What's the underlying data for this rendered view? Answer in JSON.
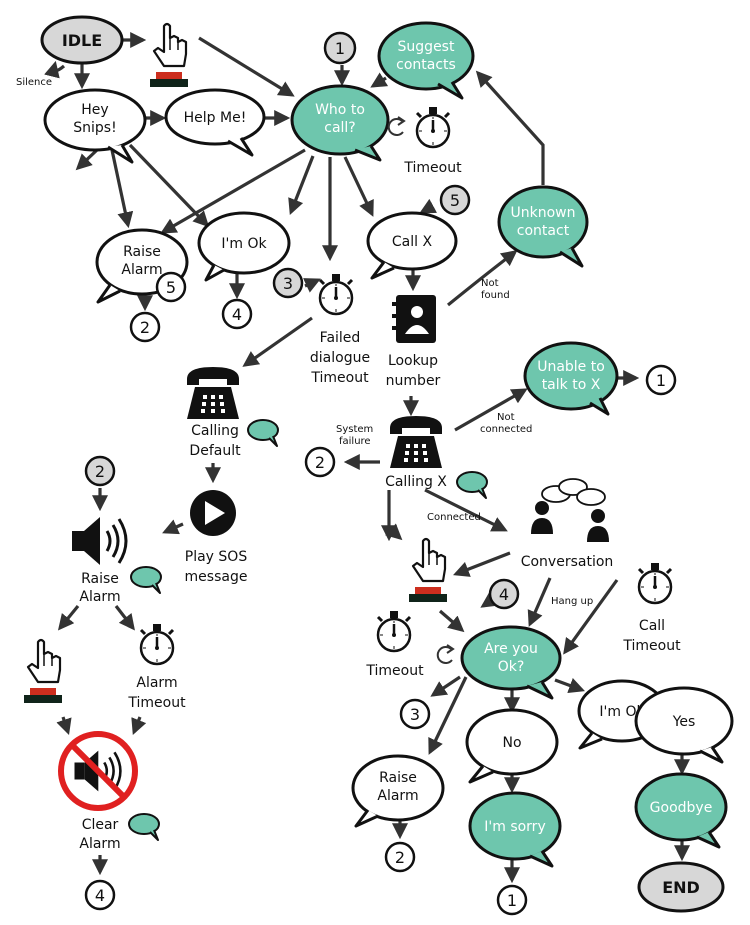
{
  "colors": {
    "teal": "#6ec6ad",
    "grey": "#d7d7d7",
    "dark": "#111111",
    "red": "#cc2e1e",
    "alarm_red": "#e02020"
  },
  "states": {
    "idle": "IDLE",
    "hey_snips_1": "Hey",
    "hey_snips_2": "Snips!",
    "help_me": "Help Me!",
    "who_to_call_1": "Who to",
    "who_to_call_2": "call?",
    "suggest_contacts_1": "Suggest",
    "suggest_contacts_2": "contacts",
    "timeout_top": "Timeout",
    "raise_alarm_a_1": "Raise",
    "raise_alarm_a_2": "Alarm",
    "im_ok_a": "I'm Ok",
    "call_x": "Call X",
    "unknown_contact_1": "Unknown",
    "unknown_contact_2": "contact",
    "failed_1": "Failed",
    "failed_2": "dialogue",
    "failed_3": "Timeout",
    "lookup_1": "Lookup",
    "lookup_2": "number",
    "unable_1": "Unable to",
    "unable_2": "talk to X",
    "calling_default_1": "Calling",
    "calling_default_2": "Default",
    "calling_x": "Calling X",
    "play_sos_1": "Play SOS",
    "play_sos_2": "message",
    "raise_alarm_b_1": "Raise",
    "raise_alarm_b_2": "Alarm",
    "conversation": "Conversation",
    "alarm_timeout_1": "Alarm",
    "alarm_timeout_2": "Timeout",
    "call_timeout_1": "Call",
    "call_timeout_2": "Timeout",
    "are_you_ok_1": "Are you",
    "are_you_ok_2": "Ok?",
    "timeout_bottom": "Timeout",
    "im_ok_b": "I'm Ok",
    "yes": "Yes",
    "no": "No",
    "raise_alarm_c_1": "Raise",
    "raise_alarm_c_2": "Alarm",
    "im_sorry": "I'm sorry",
    "goodbye": "Goodbye",
    "clear_alarm_1": "Clear",
    "clear_alarm_2": "Alarm",
    "end": "END"
  },
  "edge_labels": {
    "silence": "Silence",
    "not_found_1": "Not",
    "not_found_2": "found",
    "not_connected_1": "Not",
    "not_connected_2": "connected",
    "system_failure_1": "System",
    "system_failure_2": "failure",
    "connected": "Connected",
    "hang_up": "Hang up"
  },
  "markers": {
    "m1_top": "1",
    "m5_call": "5",
    "m5_alarm": "5",
    "m2_alarm": "2",
    "m4_ok": "4",
    "m3_failed": "3",
    "m1_unable": "1",
    "m2_sys": "2",
    "m2_left": "2",
    "m4_are": "4",
    "m3_are": "3",
    "m2_raise": "2",
    "m1_sorry": "1",
    "m4_clear": "4"
  },
  "icons": [
    "push-button-icon",
    "stopwatch-icon",
    "address-book-icon",
    "telephone-icon",
    "play-icon",
    "speaker-icon",
    "people-talking-icon",
    "speech-bubble-icon",
    "muted-speaker-icon",
    "retry-arrow-icon"
  ]
}
